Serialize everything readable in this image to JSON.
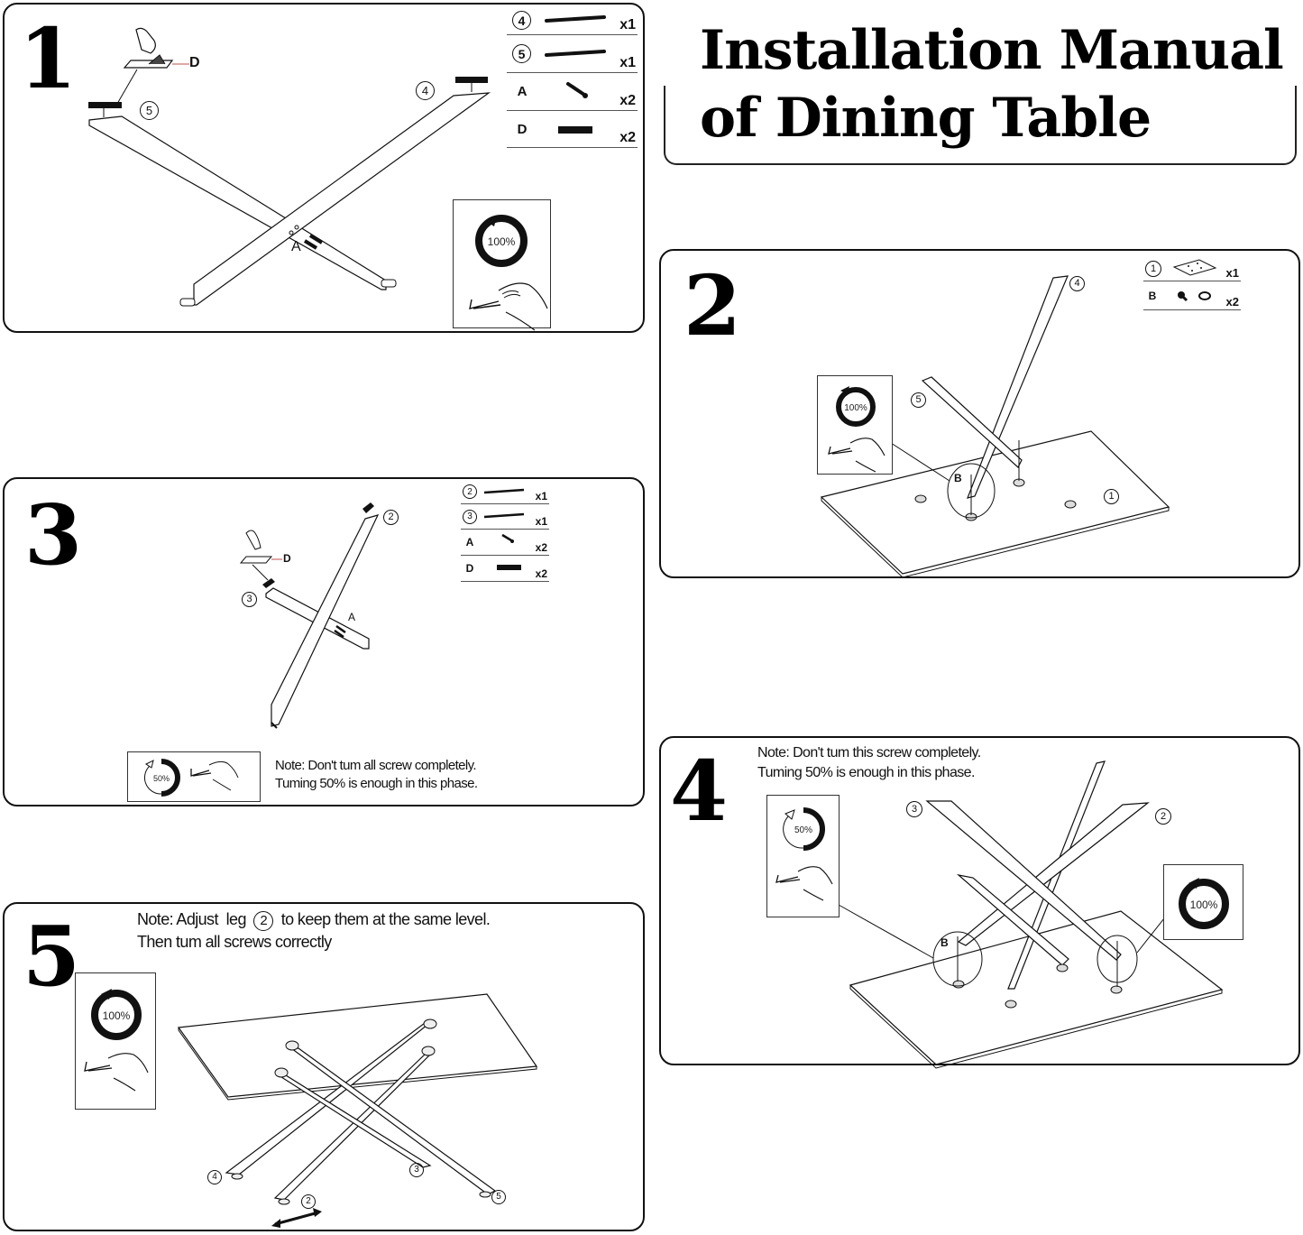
{
  "title": {
    "line1": "Installation Manual",
    "line2": "of Dining Table"
  },
  "steps": [
    {
      "number": "1",
      "parts": [
        {
          "id": "4",
          "circled": true,
          "icon": "long-bar",
          "qty": "x1"
        },
        {
          "id": "5",
          "circled": true,
          "icon": "long-bar",
          "qty": "x1"
        },
        {
          "id": "A",
          "circled": false,
          "icon": "screw",
          "qty": "x2"
        },
        {
          "id": "D",
          "circled": false,
          "icon": "pad",
          "qty": "x2"
        }
      ],
      "labels": {
        "d": "D",
        "leg5": "5",
        "leg4": "4",
        "a": "A"
      },
      "tool": {
        "percent": "100%",
        "icon": "allen-key-hand-icon"
      }
    },
    {
      "number": "2",
      "parts": [
        {
          "id": "1",
          "circled": true,
          "icon": "plate",
          "qty": "x1"
        },
        {
          "id": "B",
          "circled": false,
          "icon": "screw-washer",
          "qty": "x2"
        }
      ],
      "labels": {
        "leg4": "4",
        "leg5": "5",
        "b": "B",
        "top1": "1"
      },
      "tool": {
        "percent": "100%",
        "icon": "allen-key-hand-icon"
      }
    },
    {
      "number": "3",
      "parts": [
        {
          "id": "2",
          "circled": true,
          "icon": "long-bar",
          "qty": "x1"
        },
        {
          "id": "3",
          "circled": true,
          "icon": "long-bar",
          "qty": "x1"
        },
        {
          "id": "A",
          "circled": false,
          "icon": "screw",
          "qty": "x2"
        },
        {
          "id": "D",
          "circled": false,
          "icon": "pad",
          "qty": "x2"
        }
      ],
      "labels": {
        "d": "D",
        "leg2": "2",
        "leg3": "3",
        "a": "A"
      },
      "tool": {
        "percent": "50%",
        "icon": "allen-key-hand-icon"
      },
      "note": {
        "line1": "Note: Don't tum all screw completely.",
        "line2": "Tuming 50% is enough in this phase."
      }
    },
    {
      "number": "4",
      "labels": {
        "leg3": "3",
        "leg2": "2",
        "b": "B"
      },
      "tool_left": {
        "percent": "50%",
        "icon": "allen-key-hand-icon"
      },
      "tool_right": {
        "percent": "100%"
      },
      "note": {
        "line1": "Note: Don't tum this screw completely.",
        "line2": "Tuming 50% is enough in this phase."
      }
    },
    {
      "number": "5",
      "labels": {
        "leg4": "4",
        "leg2": "2",
        "leg3": "3",
        "leg5": "5"
      },
      "tool": {
        "percent": "100%",
        "icon": "allen-key-hand-icon"
      },
      "note": {
        "line1_pre": "Note: Adjust  leg",
        "line1_leg": "2",
        "line1_post": "to keep them at the same level.",
        "line2": "Then tum all screws correctly"
      }
    }
  ],
  "colors": {
    "ink": "#111111",
    "paper": "#ffffff",
    "leader_red": "#c0504d"
  }
}
